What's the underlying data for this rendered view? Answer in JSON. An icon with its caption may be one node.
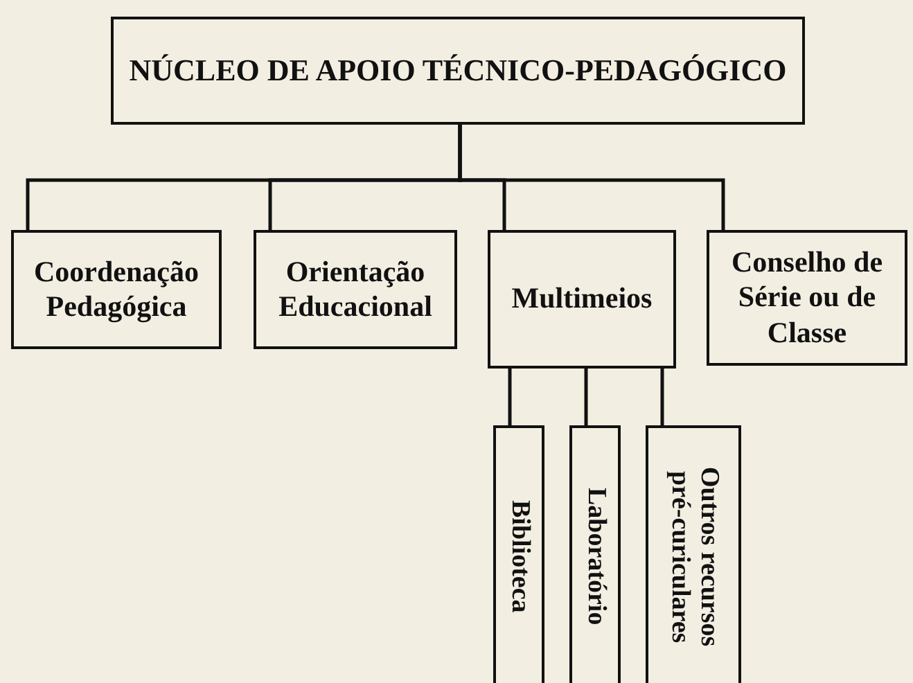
{
  "diagram": {
    "nodes": [
      {
        "text": [
          "NÚCLEO DE APOIO TÉCNICO-PEDAGÓGICO"
        ]
      },
      {
        "text": [
          "Coordenação Pedagógica"
        ]
      },
      {
        "text": [
          "Orientação Educacional"
        ]
      },
      {
        "text": [
          "Multimeios"
        ]
      },
      {
        "text": [
          "Conselho de Série ou de Classe"
        ]
      },
      {
        "text": [
          "Biblioteca"
        ]
      },
      {
        "text": [
          "Laboratório"
        ]
      },
      {
        "text": [
          "Outros recursos pré-curiculares"
        ]
      }
    ],
    "edges": [
      {
        "from": 0,
        "to": 1,
        "arrow": "none"
      },
      {
        "from": 0,
        "to": 2,
        "arrow": "none"
      },
      {
        "from": 0,
        "to": 3,
        "arrow": "none"
      },
      {
        "from": 0,
        "to": 4,
        "arrow": "none"
      },
      {
        "from": 3,
        "to": 5,
        "arrow": "none"
      },
      {
        "from": 3,
        "to": 6,
        "arrow": "none"
      },
      {
        "from": 3,
        "to": 7,
        "arrow": "none"
      }
    ]
  }
}
